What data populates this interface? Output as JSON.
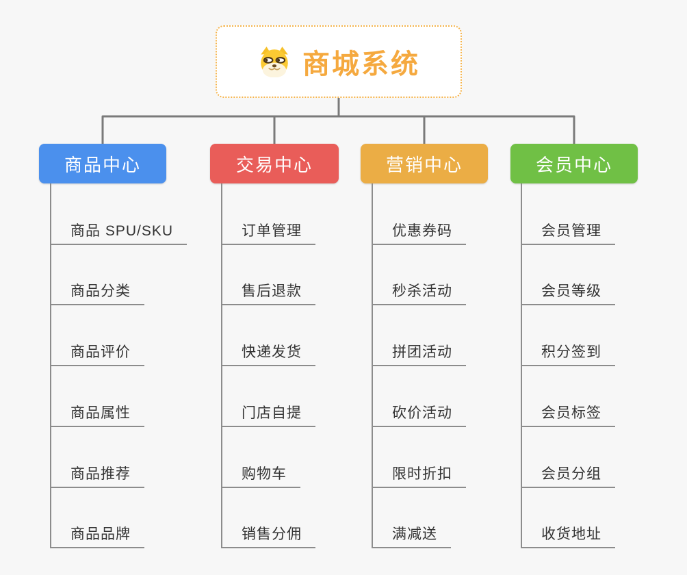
{
  "root": {
    "title": "商城系统",
    "icon": "doge-icon"
  },
  "branches": [
    {
      "label": "商品中心",
      "color": "#4b90ed",
      "children": [
        "商品 SPU/SKU",
        "商品分类",
        "商品评价",
        "商品属性",
        "商品推荐",
        "商品品牌"
      ]
    },
    {
      "label": "交易中心",
      "color": "#e95d59",
      "children": [
        "订单管理",
        "售后退款",
        "快递发货",
        "门店自提",
        "购物车",
        "销售分佣"
      ]
    },
    {
      "label": "营销中心",
      "color": "#ebad45",
      "children": [
        "优惠券码",
        "秒杀活动",
        "拼团活动",
        "砍价活动",
        "限时折扣",
        "满减送"
      ]
    },
    {
      "label": "会员中心",
      "color": "#70c045",
      "children": [
        "会员管理",
        "会员等级",
        "积分签到",
        "会员标签",
        "会员分组",
        "收货地址"
      ]
    }
  ],
  "colors": {
    "background": "#f7f7f7",
    "connector": "#7a7a7a",
    "underline": "#8c8c8c",
    "root_border": "#f5b44c",
    "root_text": "#f5a93f",
    "leaf_text": "#333333"
  }
}
